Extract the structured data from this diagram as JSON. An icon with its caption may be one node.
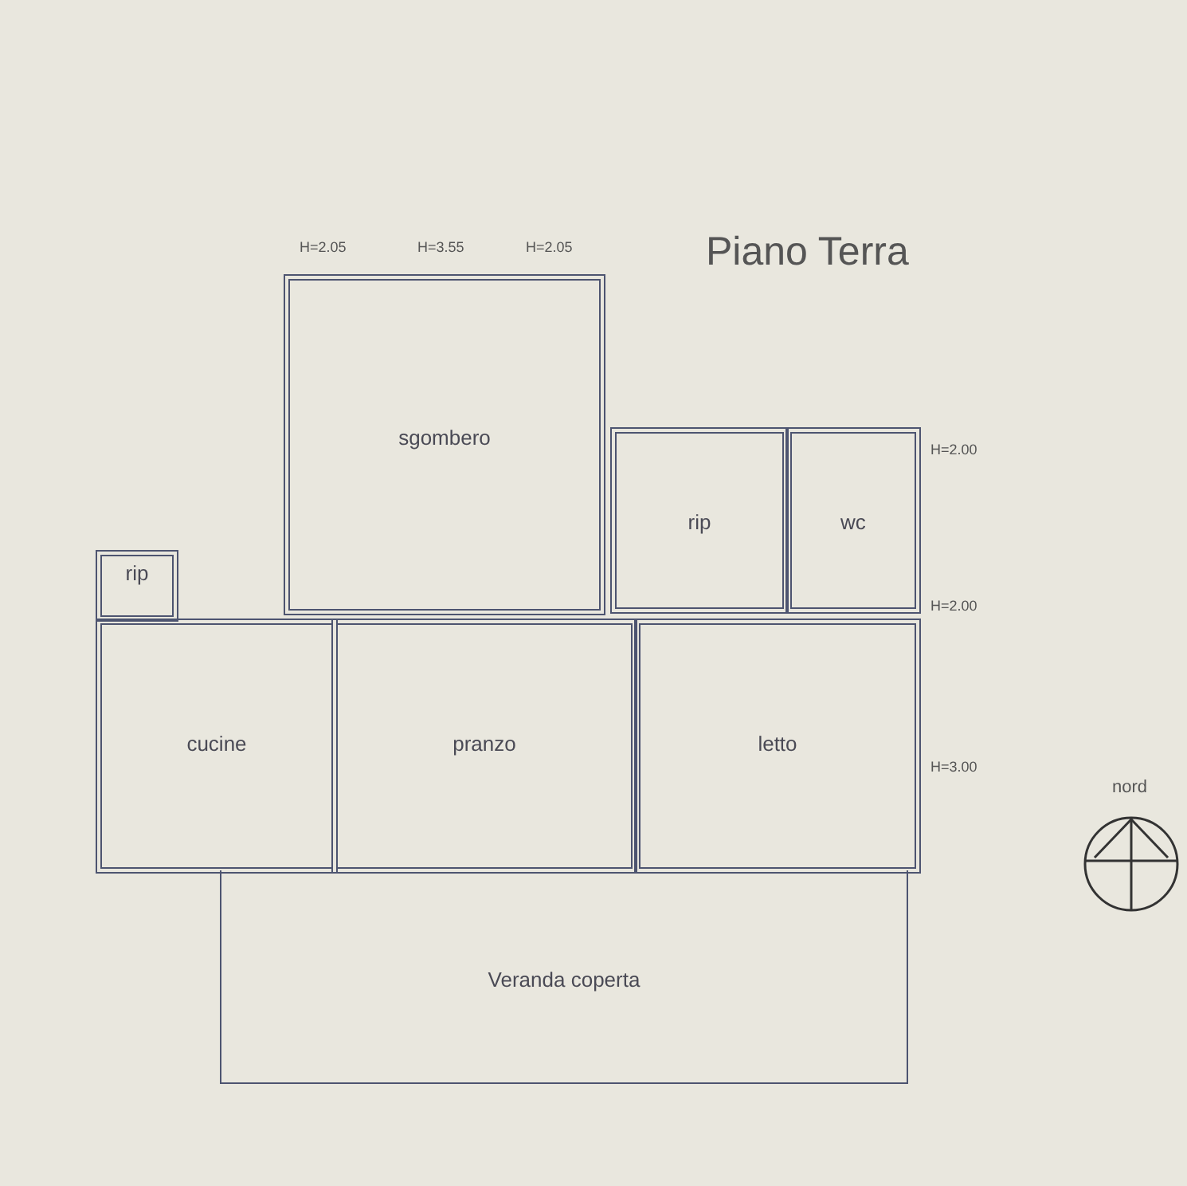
{
  "diagram": {
    "title": "Piano Terra",
    "nodes": [
      {
        "text": [
          "sgombero"
        ]
      },
      {
        "text": [
          "rip"
        ]
      },
      {
        "text": [
          "wc"
        ]
      },
      {
        "text": [
          "rip"
        ]
      },
      {
        "text": [
          "cucine"
        ]
      },
      {
        "text": [
          "pranzo"
        ]
      },
      {
        "text": [
          "letto"
        ]
      },
      {
        "text": [
          "Veranda coperta"
        ]
      }
    ],
    "labels": [
      "H=2.05",
      "H=3.55",
      "H=2.05",
      "H=2.00",
      "H=2.00",
      "H=3.00",
      "nord"
    ]
  }
}
